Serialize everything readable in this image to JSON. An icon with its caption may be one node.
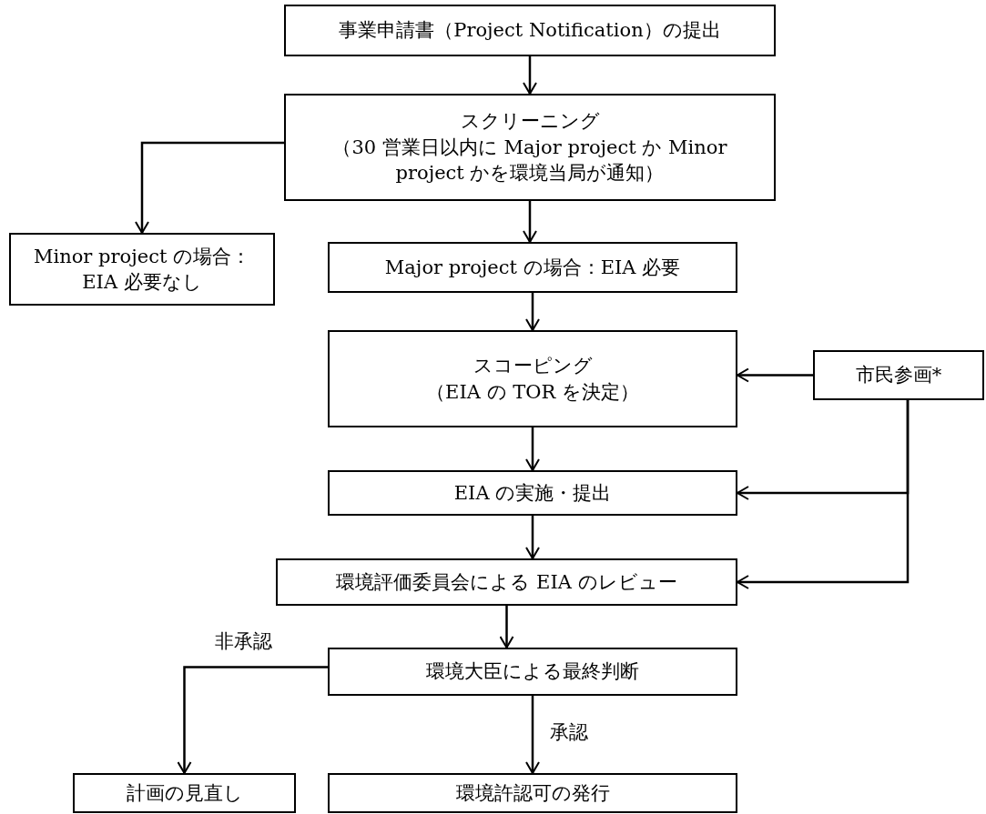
{
  "diagram": {
    "nodes": [
      {
        "text": [
          "事業申請書（Project Notification）の提出"
        ]
      },
      {
        "text": [
          "スクリーニング",
          "（30 営業日以内に Major project か Minor project かを環境当局が通知）"
        ]
      },
      {
        "text": [
          "Minor project の場合：EIA 必要なし"
        ]
      },
      {
        "text": [
          "Major project の場合：EIA 必要"
        ]
      },
      {
        "text": [
          "スコーピング",
          "（EIA の TOR を決定）"
        ]
      },
      {
        "text": [
          "市民参画*"
        ]
      },
      {
        "text": [
          "EIA の実施・提出"
        ]
      },
      {
        "text": [
          "環境評価委員会による EIA のレビュー"
        ]
      },
      {
        "text": [
          "環境大臣による最終判断"
        ]
      },
      {
        "text": [
          "計画の見直し"
        ]
      },
      {
        "text": [
          "環境許認可の発行"
        ]
      }
    ],
    "edges": [
      {
        "from": 0,
        "to": 1,
        "arrow": "to"
      },
      {
        "from": 1,
        "to": 2,
        "arrow": "to"
      },
      {
        "from": 1,
        "to": 3,
        "arrow": "to"
      },
      {
        "from": 3,
        "to": 4,
        "arrow": "to"
      },
      {
        "from": 5,
        "to": 4,
        "arrow": "to"
      },
      {
        "from": 4,
        "to": 6,
        "arrow": "to"
      },
      {
        "from": 5,
        "to": 6,
        "arrow": "to"
      },
      {
        "from": 6,
        "to": 7,
        "arrow": "to"
      },
      {
        "from": 5,
        "to": 7,
        "arrow": "to"
      },
      {
        "from": 7,
        "to": 8,
        "arrow": "to"
      },
      {
        "from": 8,
        "to": 9,
        "label": "非承認",
        "arrow": "to"
      },
      {
        "from": 8,
        "to": 10,
        "label": "承認",
        "arrow": "to"
      }
    ]
  }
}
